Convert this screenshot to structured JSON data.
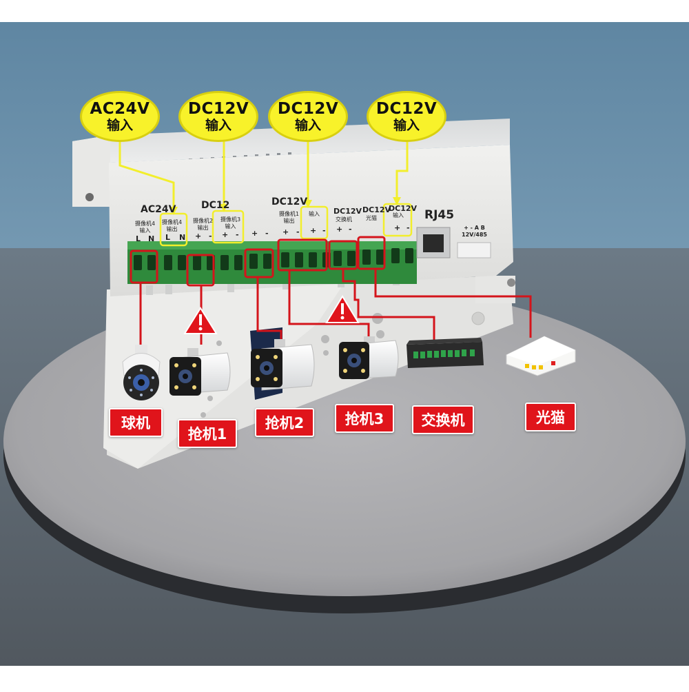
{
  "callouts": [
    {
      "voltage": "AC24V",
      "sub": "输入"
    },
    {
      "voltage": "DC12V",
      "sub": "输入"
    },
    {
      "voltage": "DC12V",
      "sub": "输入"
    },
    {
      "voltage": "DC12V",
      "sub": "输入"
    }
  ],
  "panel": {
    "group_labels": [
      "AC24V",
      "DC12",
      "DC12V",
      "DC12V",
      "DC12V",
      "DC12V"
    ],
    "terminal_labels": [
      "摄像机4\n输入",
      "摄像机4\n输出",
      "摄像机2\n输出",
      "摄像机3\n输入",
      "摄像机1\n输出",
      "输入",
      "交换机",
      "光猫",
      "输入"
    ],
    "polarity": [
      "L",
      "N",
      "L",
      "N",
      "+",
      "-",
      "+",
      "-",
      "+",
      "-",
      "+",
      "-",
      "+",
      "-",
      "+",
      "-",
      "+",
      "-"
    ],
    "rj45_label": "RJ45",
    "rs485_label": "+ - A B\n12V/485"
  },
  "devices": [
    {
      "name": "球机",
      "icon": "dome-camera-icon"
    },
    {
      "name": "抢机1",
      "icon": "bullet-camera-icon"
    },
    {
      "name": "抢机2",
      "icon": "bullet-camera-icon"
    },
    {
      "name": "抢机3",
      "icon": "bullet-camera-icon"
    },
    {
      "name": "交换机",
      "icon": "network-switch-icon"
    },
    {
      "name": "光猫",
      "icon": "optical-modem-icon"
    }
  ],
  "warnings": [
    "warning-icon",
    "warning-icon"
  ],
  "colors": {
    "backdrop_blue": "#6f93ad",
    "turntable": "#a8a8ab",
    "enclosure": "#e9e9e6",
    "terminal_green": "#3fa04a",
    "callout_yellow": "#f8f22a",
    "wire_red": "#d4141b",
    "tag_red": "#e0141b",
    "highlight_yellow": "#f2ee2c"
  }
}
